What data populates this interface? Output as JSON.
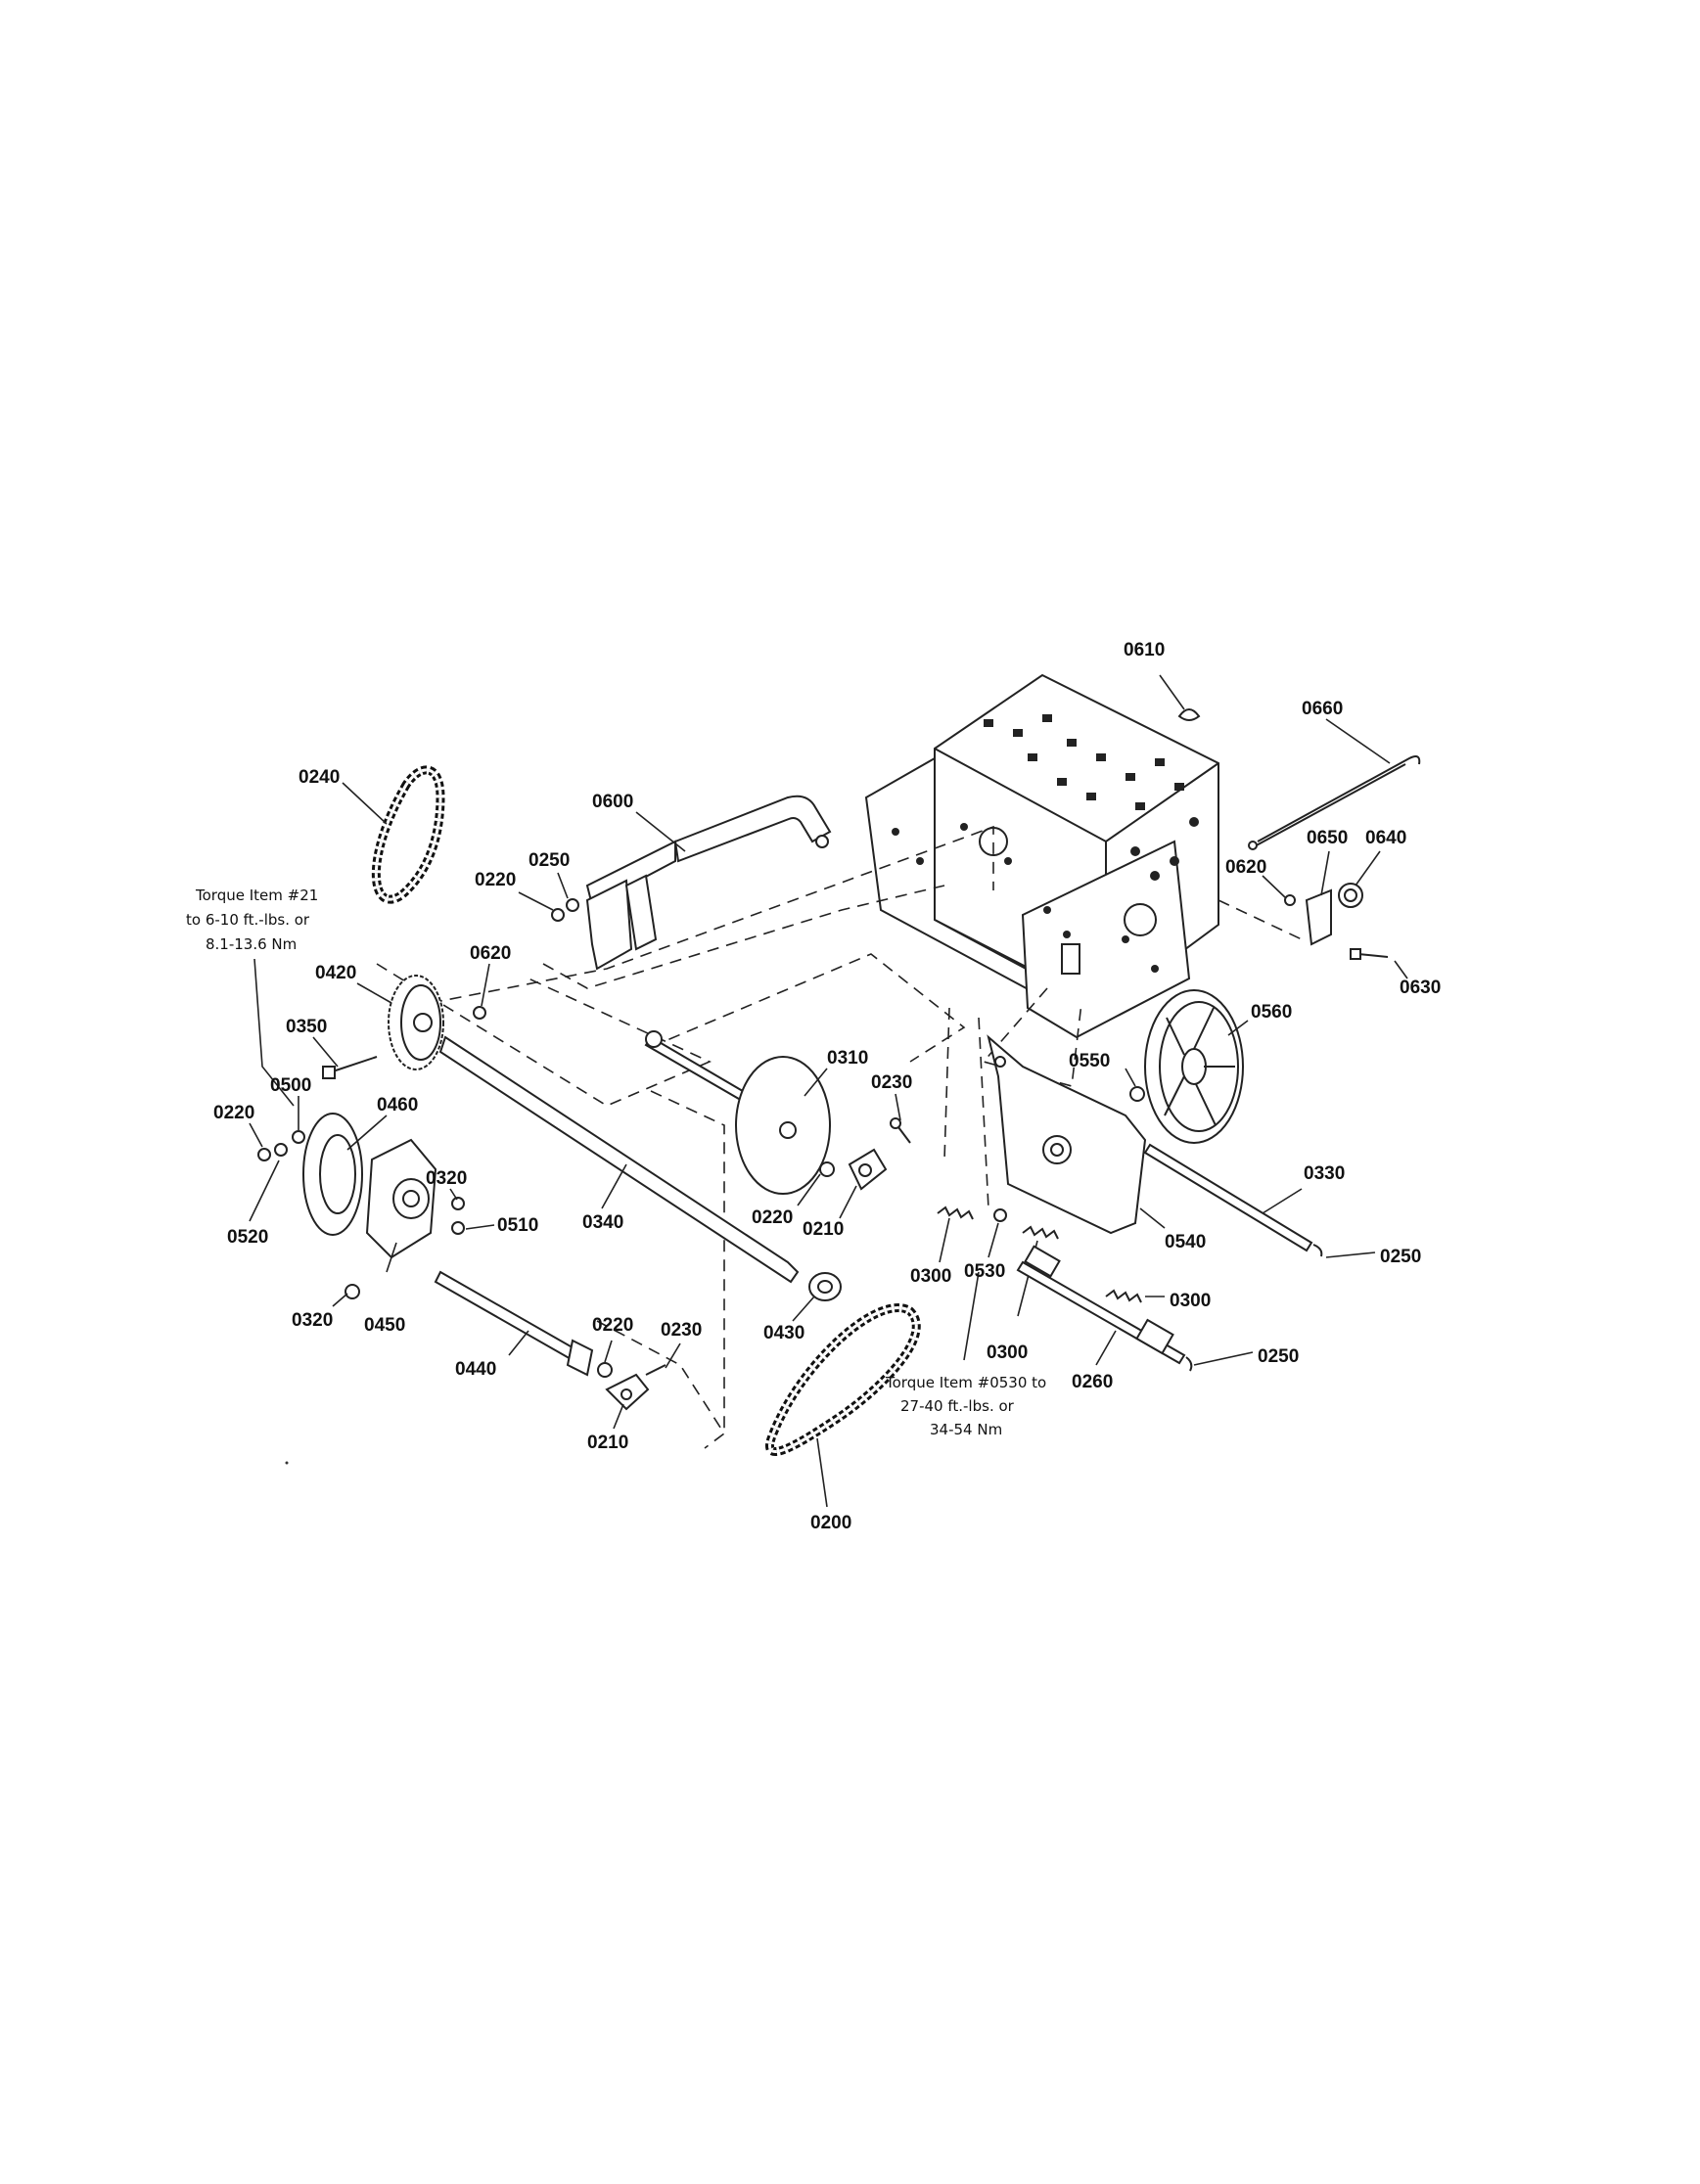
{
  "parts": {
    "p0610": "0610",
    "p0660": "0660",
    "p0650": "0650",
    "p0640": "0640",
    "p0620_right": "0620",
    "p0630": "0630",
    "p0240": "0240",
    "p0600": "0600",
    "p0250_top": "0250",
    "p0220_top": "0220",
    "p0620_left": "0620",
    "p0420": "0420",
    "p0350": "0350",
    "p0500": "0500",
    "p0220_left": "0220",
    "p0460": "0460",
    "p0520": "0520",
    "p0320_upper": "0320",
    "p0510": "0510",
    "p0340": "0340",
    "p0320_lower": "0320",
    "p0450": "0450",
    "p0440": "0440",
    "p0220_bottom": "0220",
    "p0230_bottom": "0230",
    "p0210_bottom": "0210",
    "p0310": "0310",
    "p0230_mid": "0230",
    "p0220_mid": "0220",
    "p0210_mid": "0210",
    "p0430": "0430",
    "p0200": "0200",
    "p0300_left": "0300",
    "p0530": "0530",
    "p0300_mid": "0300",
    "p0300_right": "0300",
    "p0560": "0560",
    "p0550": "0550",
    "p0330": "0330",
    "p0540": "0540",
    "p0250_right": "0250",
    "p0260": "0260",
    "p0250_bottom": "0250"
  },
  "notes": {
    "torque_21": [
      "Torque Item #21",
      "to 6-10 ft.-lbs. or",
      "8.1-13.6 Nm"
    ],
    "torque_0530": [
      "Torque Item #0530 to",
      "27-40 ft.-lbs. or",
      "34-54 Nm"
    ]
  }
}
